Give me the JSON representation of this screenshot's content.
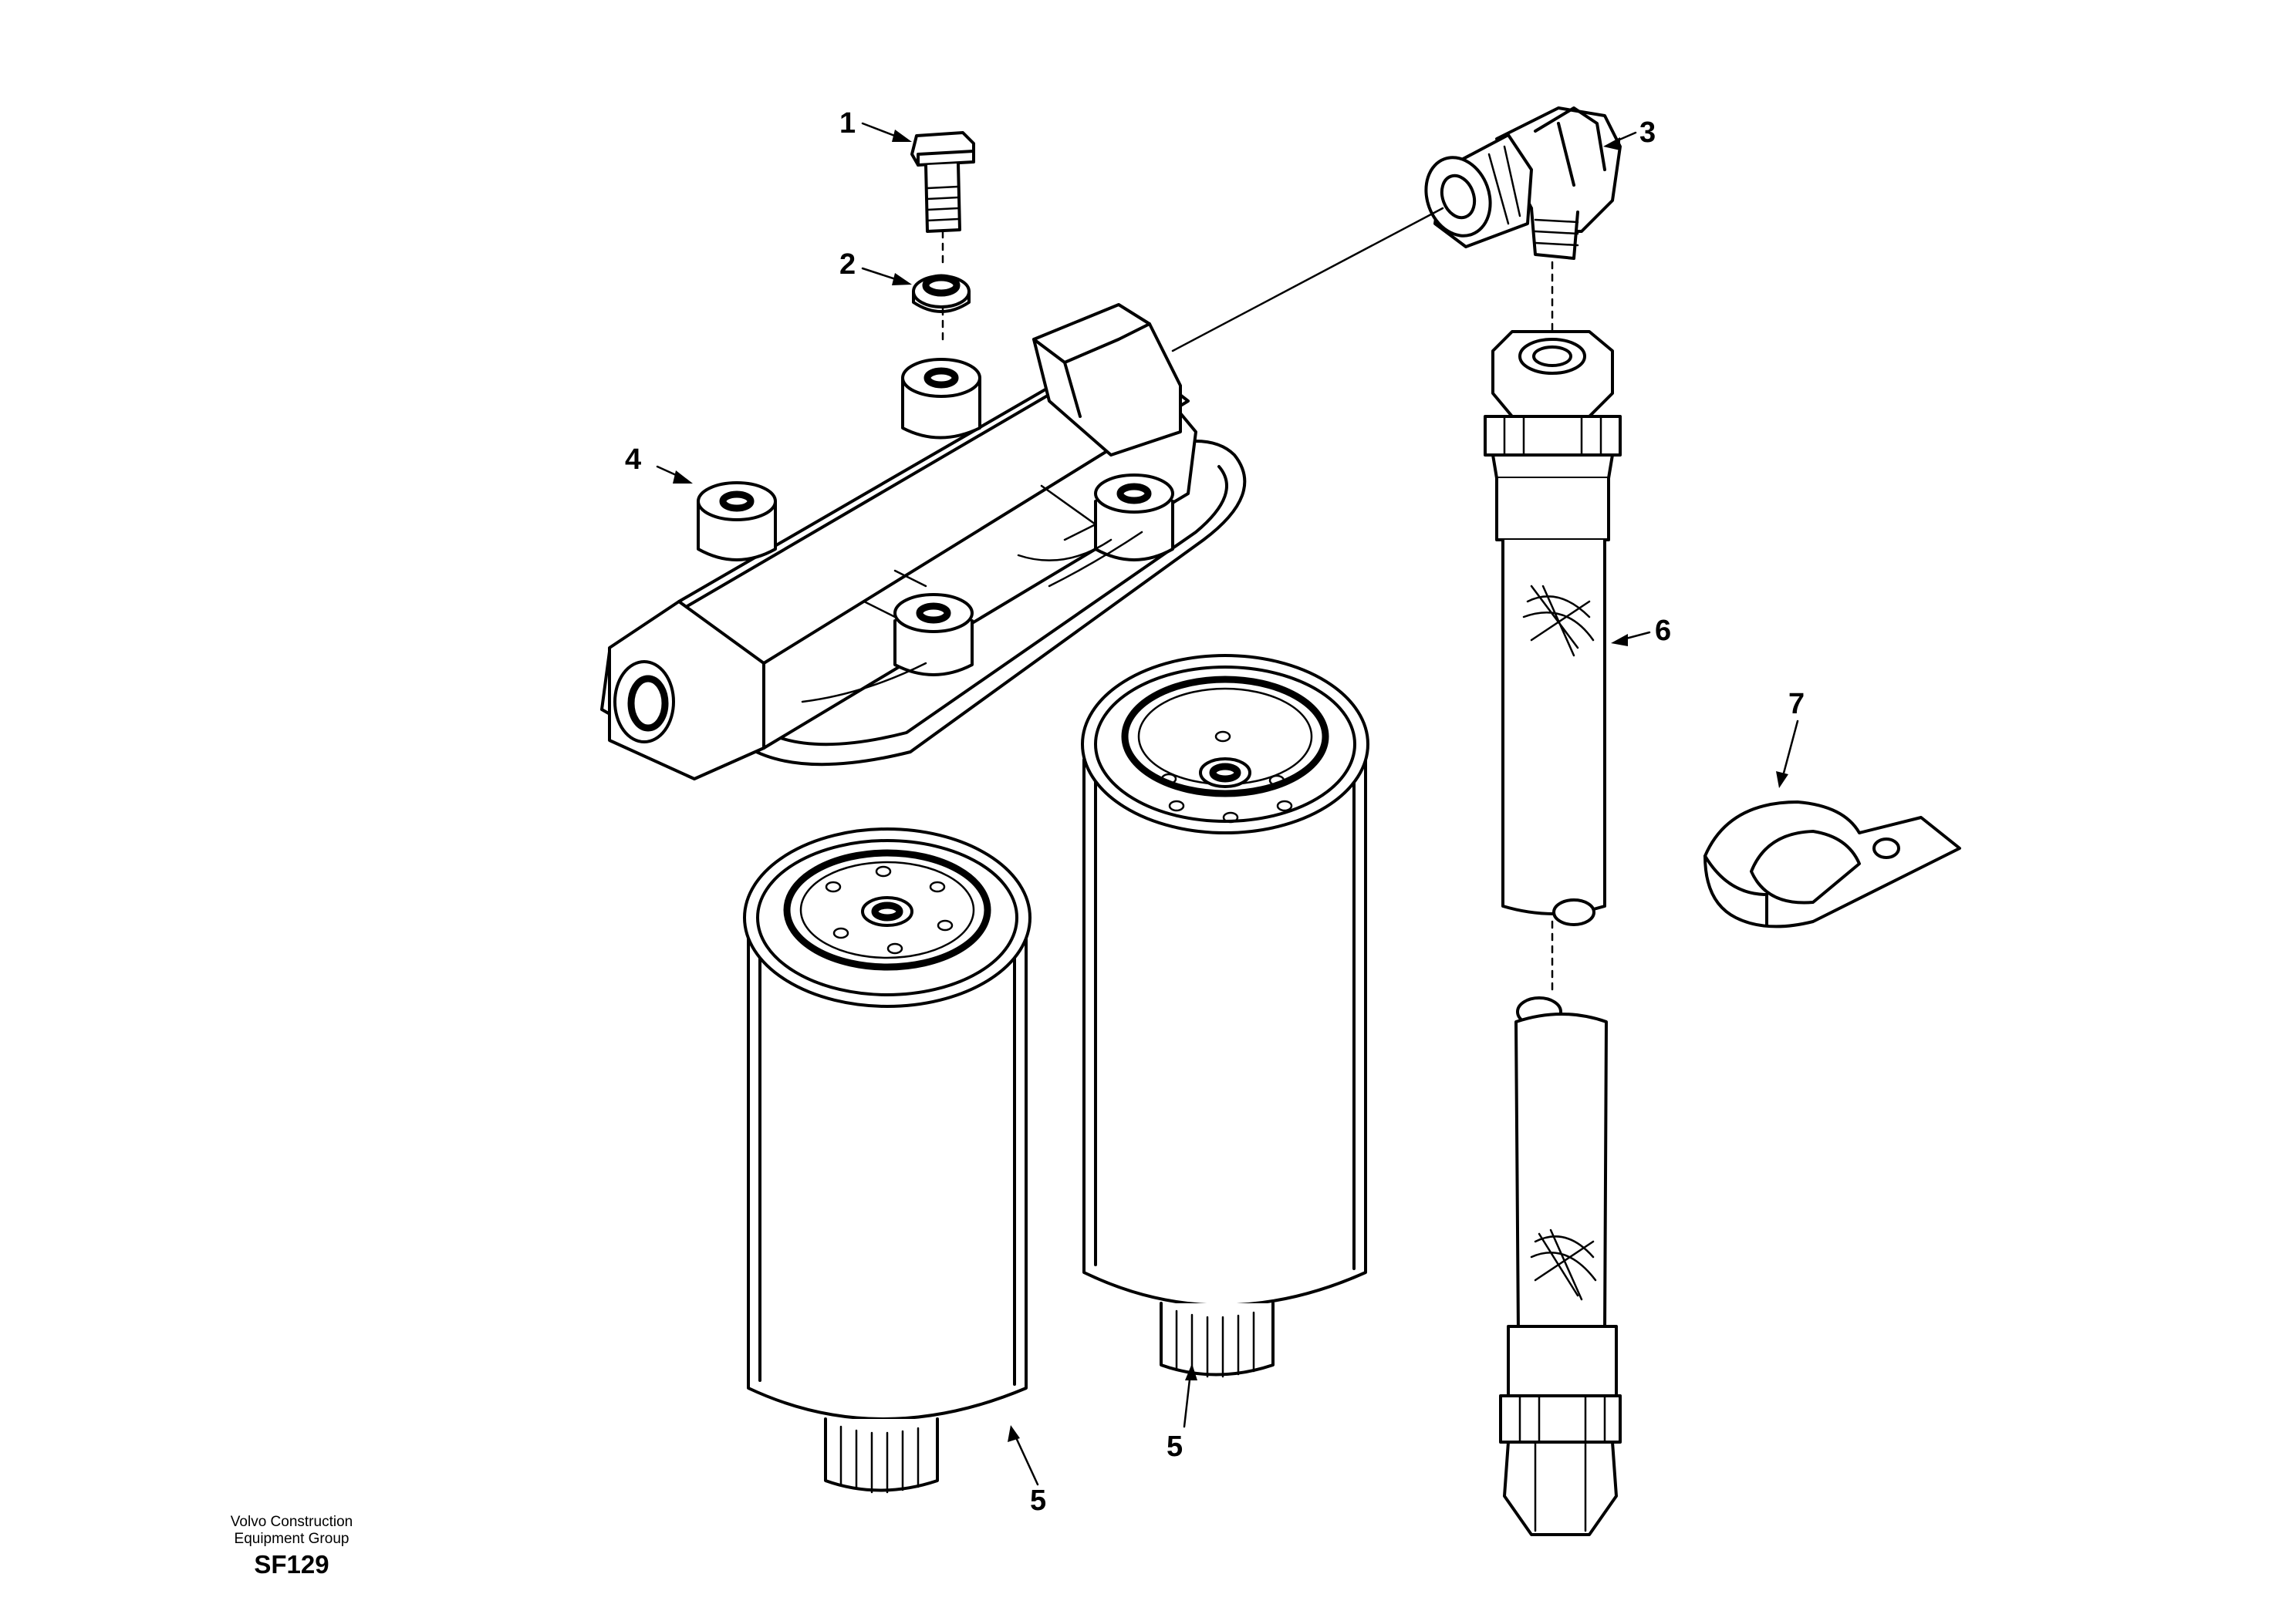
{
  "diagram": {
    "callouts": [
      {
        "id": "c1",
        "label": "1"
      },
      {
        "id": "c2",
        "label": "2"
      },
      {
        "id": "c3",
        "label": "3"
      },
      {
        "id": "c4",
        "label": "4"
      },
      {
        "id": "c5a",
        "label": "5"
      },
      {
        "id": "c5b",
        "label": "5"
      },
      {
        "id": "c6",
        "label": "6"
      },
      {
        "id": "c7",
        "label": "7"
      }
    ],
    "footer": {
      "line1": "Volvo Construction",
      "line2": "Equipment Group",
      "code": "SF129"
    }
  }
}
